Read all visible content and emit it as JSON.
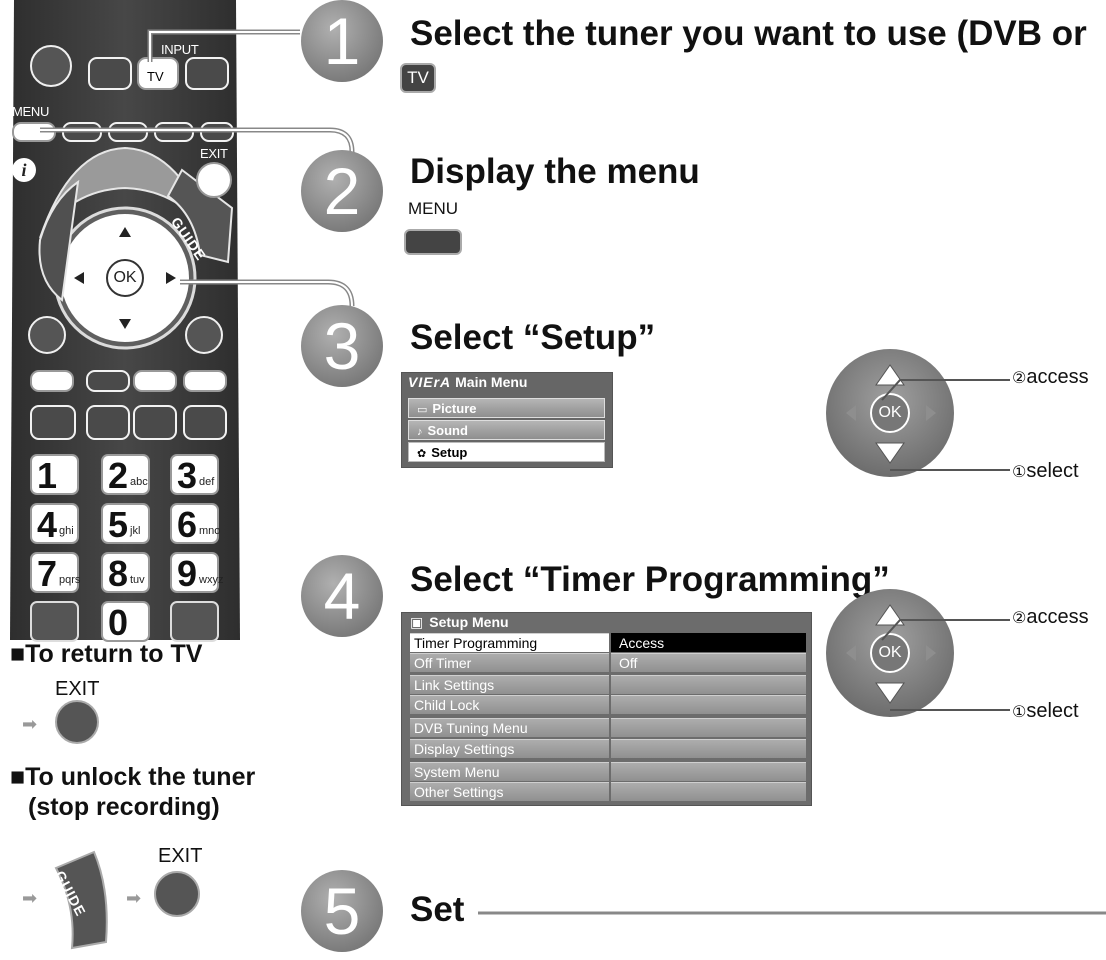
{
  "remote": {
    "input_label": "INPUT",
    "tv_label": "TV",
    "menu_label": "MENU",
    "exit_label": "EXIT",
    "info_label": "i",
    "guide_label": "GUIDE",
    "ok_label": "OK",
    "keys": [
      {
        "digit": "1",
        "letters": ""
      },
      {
        "digit": "2",
        "letters": "abc"
      },
      {
        "digit": "3",
        "letters": "def"
      },
      {
        "digit": "4",
        "letters": "ghi"
      },
      {
        "digit": "5",
        "letters": "jkl"
      },
      {
        "digit": "6",
        "letters": "mno"
      },
      {
        "digit": "7",
        "letters": "pqrs"
      },
      {
        "digit": "8",
        "letters": "tuv"
      },
      {
        "digit": "9",
        "letters": "wxyz"
      },
      {
        "digit": "0",
        "letters": ""
      }
    ]
  },
  "steps": [
    {
      "number": "1",
      "title": "Select the tuner you want to use (DVB or",
      "button": "TV"
    },
    {
      "number": "2",
      "title": "Display the menu",
      "button": "MENU"
    },
    {
      "number": "3",
      "title": "Select “Setup”"
    },
    {
      "number": "4",
      "title": "Select “Timer Programming”"
    },
    {
      "number": "5",
      "title": "Set"
    }
  ],
  "main_menu": {
    "title": "Main Menu",
    "logo": "VIErA",
    "items": [
      {
        "label": "Picture",
        "selected": false
      },
      {
        "label": "Sound",
        "selected": false
      },
      {
        "label": "Setup",
        "selected": true
      }
    ]
  },
  "setup_menu": {
    "title": "Setup Menu",
    "rows": [
      {
        "label": "Timer Programming",
        "value": "Access",
        "selected": true
      },
      {
        "label": "Off Timer",
        "value": "Off",
        "selected": false
      },
      {
        "label": "Link Settings",
        "value": "",
        "selected": false
      },
      {
        "label": "Child Lock",
        "value": "",
        "selected": false
      },
      {
        "label": "DVB Tuning Menu",
        "value": "",
        "selected": false
      },
      {
        "label": "Display Settings",
        "value": "",
        "selected": false
      },
      {
        "label": "System Menu",
        "value": "",
        "selected": false
      },
      {
        "label": "Other Settings",
        "value": "",
        "selected": false
      }
    ]
  },
  "pad": {
    "ok_label": "OK",
    "access_mark": "②",
    "access_label": "access",
    "select_mark": "①",
    "select_label": "select"
  },
  "side": {
    "return_title": "To return to TV",
    "return_exit": "EXIT",
    "unlock_title_line1": "To unlock the tuner",
    "unlock_title_line2": "(stop recording)",
    "unlock_guide": "GUIDE",
    "unlock_exit": "EXIT"
  },
  "colors": {
    "circle": "#8a8a8a",
    "remote_body": "#3c3c3c",
    "menu_bar": "#9e9e9e"
  }
}
